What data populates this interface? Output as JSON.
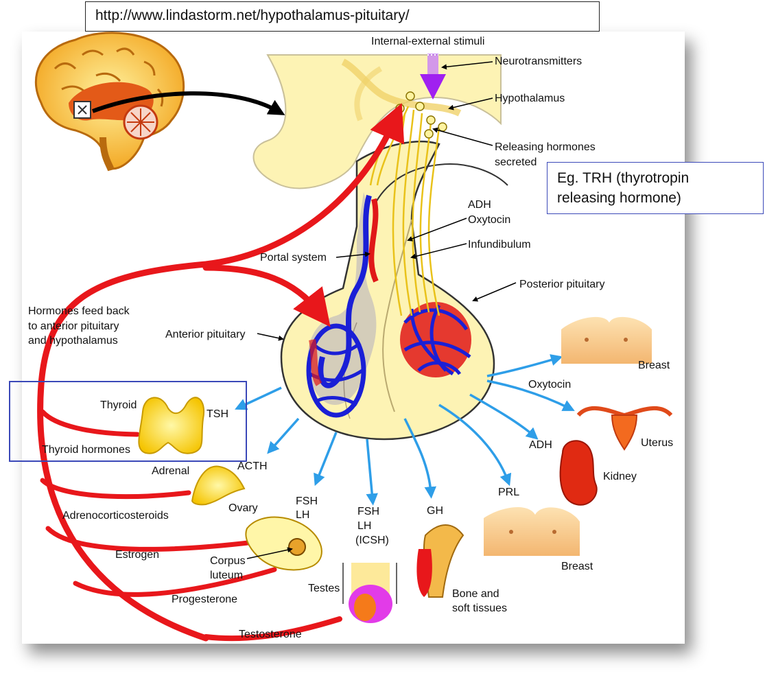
{
  "header": {
    "url": "http://www.lindastorm.net/hypothalamus-pituitary/"
  },
  "callout": {
    "line1": "Eg. TRH (thyrotropin",
    "line2": "releasing hormone)"
  },
  "labels": {
    "stimuli": "Internal-external stimuli",
    "neurotransmitters": "Neurotransmitters",
    "hypothalamus": "Hypothalamus",
    "releasing_1": "Releasing hormones",
    "releasing_2": "secreted",
    "adh_top": "ADH",
    "oxytocin_top": "Oxytocin",
    "infundibulum": "Infundibulum",
    "portal": "Portal system",
    "posterior": "Posterior pituitary",
    "anterior": "Anterior pituitary",
    "feedback_1": "Hormones feed back",
    "feedback_2": "to anterior pituitary",
    "feedback_3": "and hypothalamus",
    "thyroid": "Thyroid",
    "tsh": "TSH",
    "thyroid_hormones": "Thyroid hormones",
    "adrenal": "Adrenal",
    "acth": "ACTH",
    "adrenocorticosteroids": "Adrenocorticosteroids",
    "ovary": "Ovary",
    "estrogen": "Estrogen",
    "corpus_1": "Corpus",
    "corpus_2": "luteum",
    "progesterone": "Progesterone",
    "testes": "Testes",
    "testosterone": "Testosterone",
    "fsh1": "FSH",
    "lh1": "LH",
    "fsh2": "FSH",
    "lh2": "LH",
    "icsh": "(ICSH)",
    "gh": "GH",
    "bone_1": "Bone and",
    "bone_2": "soft tissues",
    "prl": "PRL",
    "breast_bottom": "Breast",
    "adh_bottom": "ADH",
    "kidney": "Kidney",
    "oxytocin_right": "Oxytocin",
    "uterus": "Uterus",
    "breast_top": "Breast"
  },
  "colors": {
    "feedback_arrow": "#e8171b",
    "pituitary_fill": "#fdf3b4",
    "vessel_blue": "#1a1fd6",
    "vessel_red": "#e01818",
    "target_arrow": "#2e9ee8",
    "stimulus_arrow": "#a020f0",
    "highlight_box": "#3a48b8"
  }
}
